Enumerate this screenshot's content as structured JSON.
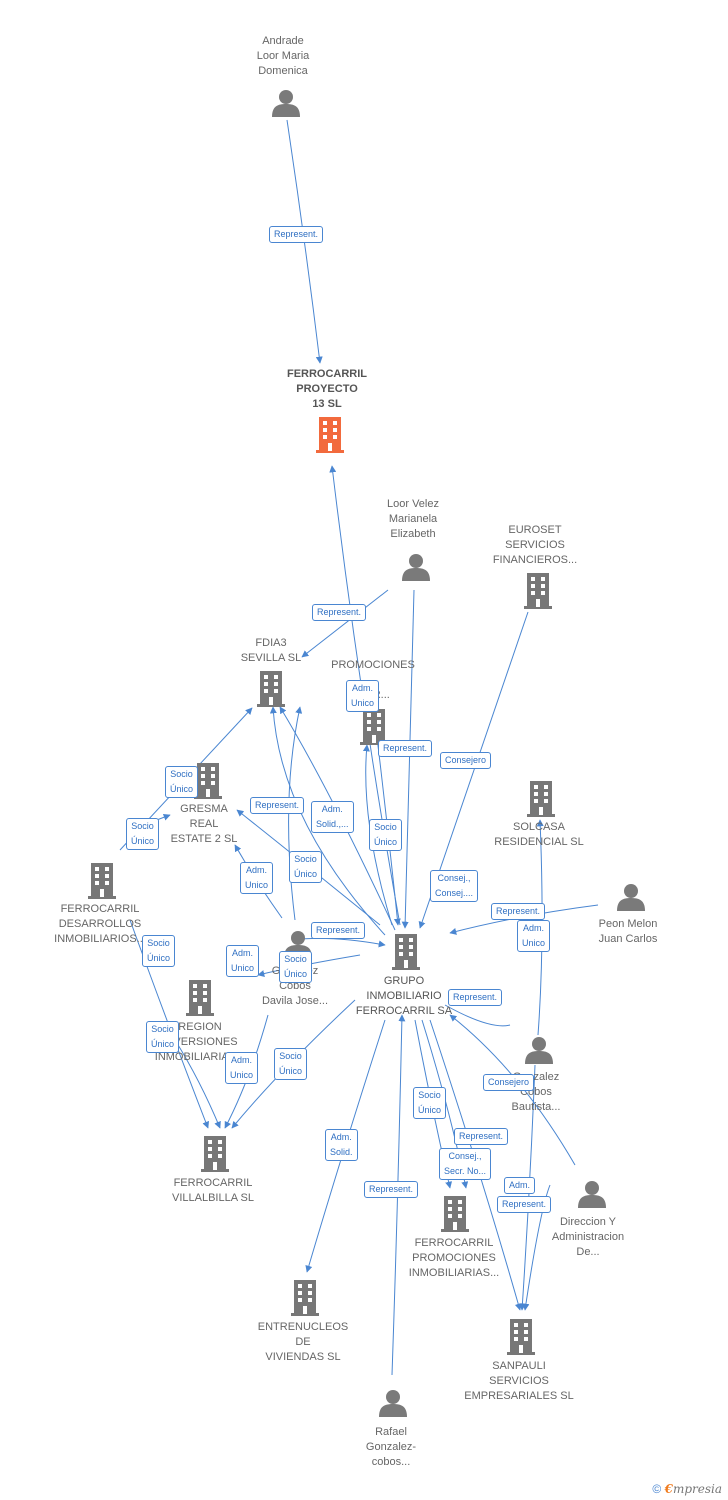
{
  "colors": {
    "edge": "#4a86d1",
    "company": "#777777",
    "company_highlight": "#f26a3d",
    "person": "#7a7a7a"
  },
  "nodes": {
    "andrade": {
      "label": "Andrade\nLoor Maria\nDomenica",
      "kind": "person"
    },
    "ferrocarril_proyecto": {
      "label": "FERROCARRIL\nPROYECTO\n13  SL",
      "kind": "company-highlight"
    },
    "loor_velez": {
      "label": "Loor Velez\nMarianela\nElizabeth",
      "kind": "person"
    },
    "euroset": {
      "label": "EUROSET\nSERVICIOS\nFINANCIEROS...",
      "kind": "company"
    },
    "fdia3": {
      "label": "FDIA3\nSEVILLA  SL",
      "kind": "company"
    },
    "promociones": {
      "label": "PROMOCIONES\n...\nA...R...",
      "kind": "company"
    },
    "gresma": {
      "label": "GRESMA\nREAL\nESTATE 2  SL",
      "kind": "company"
    },
    "solcasa": {
      "label": "SOLCASA\nRESIDENCIAL SL",
      "kind": "company"
    },
    "peon_melon": {
      "label": "Peon Melon\nJuan Carlos",
      "kind": "person"
    },
    "ferrocarril_desarrollos": {
      "label": "FERROCARRIL\nDESARROLLOS\nINMOBILIARIOS...",
      "kind": "company"
    },
    "gonzalez_cobos_davila": {
      "label": "Gonzalez\nCobos\nDavila Jose...",
      "kind": "person"
    },
    "grupo": {
      "label": "GRUPO\nINMOBILIARIO\nFERROCARRIL SA",
      "kind": "company"
    },
    "region": {
      "label": "REGION\nINVERSIONES\nINMOBILIARIAS...",
      "kind": "company"
    },
    "gonzalez_cobos_bautista": {
      "label": "Gonzalez\nCobos\nBautista...",
      "kind": "person"
    },
    "ferrocarril_villalbilla": {
      "label": "FERROCARRIL\nVILLALBILLA  SL",
      "kind": "company"
    },
    "direccion": {
      "label": "Direccion Y\nAdministracion\nDe...",
      "kind": "person"
    },
    "ferrocarril_promociones": {
      "label": "FERROCARRIL\nPROMOCIONES\nINMOBILIARIAS...",
      "kind": "company"
    },
    "entrenucleos": {
      "label": "ENTRENUCLEOS\nDE\nVIVIENDAS SL",
      "kind": "company"
    },
    "sanpauli": {
      "label": "SANPAULI\nSERVICIOS\nEMPRESARIALES SL",
      "kind": "company"
    },
    "rafael": {
      "label": "Rafael\nGonzalez-\ncobos...",
      "kind": "person"
    }
  },
  "edge_labels": {
    "represent": "Represent.",
    "socio_unico": "Socio\nÚnico",
    "adm_unico": "Adm.\nUnico",
    "adm_solid": "Adm.\nSolid.",
    "adm_solid_trunc": "Adm.\nSolid.,...",
    "consejero": "Consejero",
    "consej_consej": "Consej.,\nConsej....",
    "consej_secr": "Consej.,\nSecr. No...",
    "adm_trunc": "Adm."
  },
  "footer": {
    "copyright": "©",
    "brand_e": "€",
    "brand_rest": "mpresia"
  }
}
